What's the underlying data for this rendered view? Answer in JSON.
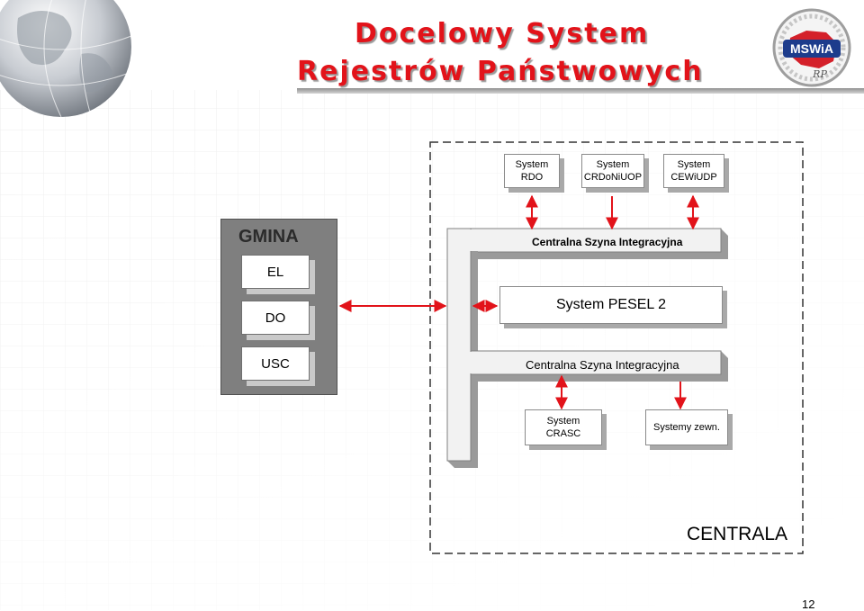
{
  "header": {
    "title_line1": "Docelowy System",
    "title_line2": "Rejestrów Państwowych",
    "logo_text": "MSWiA",
    "logo_subtext": "RP"
  },
  "top_systems": [
    {
      "line1": "System",
      "line2": "RDO"
    },
    {
      "line1": "System",
      "line2": "CRDoNiUOP"
    },
    {
      "line1": "System",
      "line2": "CEWiUDP"
    }
  ],
  "bus_top": "Centralna Szyna Integracyjna",
  "pesel": "System PESEL 2",
  "bus_bottom": "Centralna Szyna Integracyjna",
  "bottom_systems": [
    {
      "line1": "System",
      "line2": "CRASC"
    },
    {
      "line1": "Systemy zewn."
    }
  ],
  "gmina": {
    "label": "GMINA",
    "offices": [
      "EL",
      "DO",
      "USC"
    ]
  },
  "centrala": "CENTRALA",
  "page_number": "12",
  "colors": {
    "title": "#e2131a",
    "arrows": "#e2131a",
    "panel": "#7f7f7f"
  }
}
